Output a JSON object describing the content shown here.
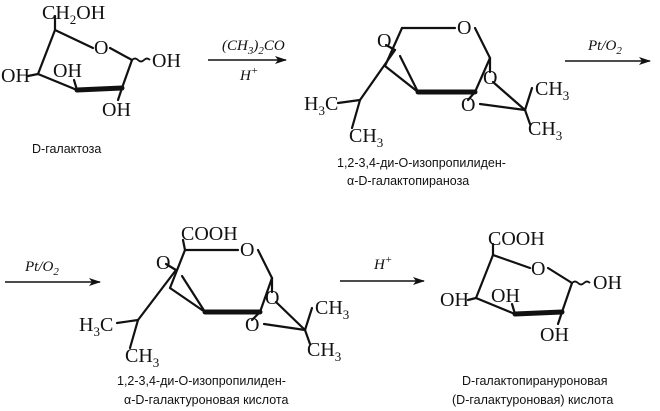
{
  "compounds": {
    "galactose": {
      "name": "D-галактоза",
      "ch2oh_main": "CH",
      "ch2oh_sub": "2",
      "ch2oh_tail": "OH",
      "o": "O",
      "oh": "OH"
    },
    "diacetonide": {
      "name_line1": "1,2-3,4-ди-O-изопропилиден-",
      "name_line2": "α-D-галактопираноза",
      "o": "O",
      "h3c_main": "H",
      "h3c_sub": "3",
      "h3c_tail": "C",
      "ch3_main": "CH",
      "ch3_sub": "3"
    },
    "acetonide_acid": {
      "name_line1": "1,2-3,4-ди-O-изопропилиден-",
      "name_line2": "α-D-галактуроновая кислота",
      "cooh": "COOH",
      "o": "O",
      "h3c_main": "H",
      "h3c_sub": "3",
      "h3c_tail": "C",
      "ch3_main": "CH",
      "ch3_sub": "3"
    },
    "galacturonic": {
      "name_line1": "D-галактопирануроновая",
      "name_line2": "(D-галактуроновая) кислота",
      "cooh": "COOH",
      "o": "O",
      "oh": "OH"
    }
  },
  "reactions": {
    "step1_above": "(CH",
    "step1_above_sub": "3",
    "step1_above_tail": ")",
    "step1_above_sub2": "2",
    "step1_above_end": "CO",
    "step1_below": "H",
    "step1_below_sup": "+",
    "step2_above": "Pt/O",
    "step2_above_sub": "2",
    "step3_above": "Pt/O",
    "step3_above_sub": "2",
    "step4_above": "H",
    "step4_above_sup": "+"
  }
}
